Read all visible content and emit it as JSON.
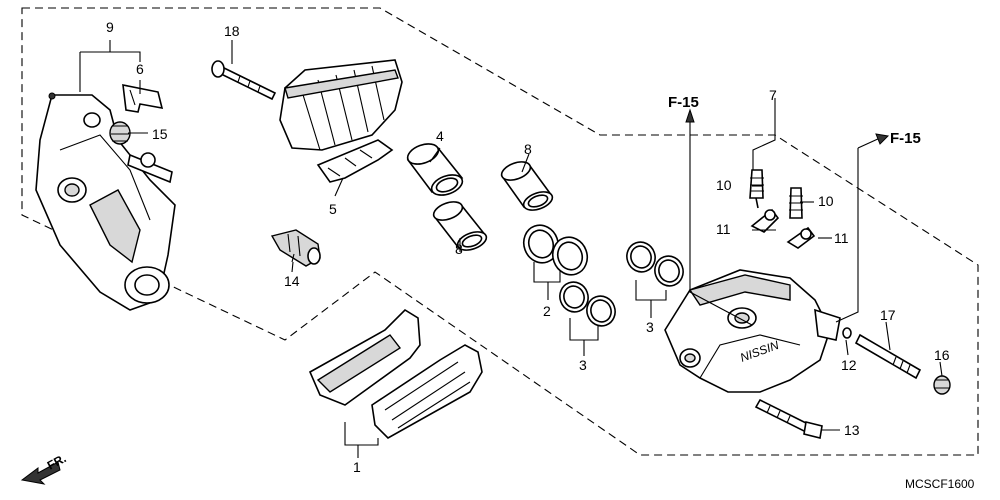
{
  "callouts": {
    "c1": "1",
    "c2": "2",
    "c3a": "3",
    "c3b": "3",
    "c4": "4",
    "c5": "5",
    "c6": "6",
    "c7": "7",
    "c8a": "8",
    "c8b": "8",
    "c9": "9",
    "c10a": "10",
    "c10b": "10",
    "c11a": "11",
    "c11b": "11",
    "c12": "12",
    "c13": "13",
    "c14": "14",
    "c15": "15",
    "c16": "16",
    "c17": "17",
    "c18": "18"
  },
  "references": {
    "ref_a": "F-15",
    "ref_b": "F-15"
  },
  "direction_label": "FR.",
  "drawing_code": "MCSCF1600",
  "caliper_marking": "NISSIN"
}
